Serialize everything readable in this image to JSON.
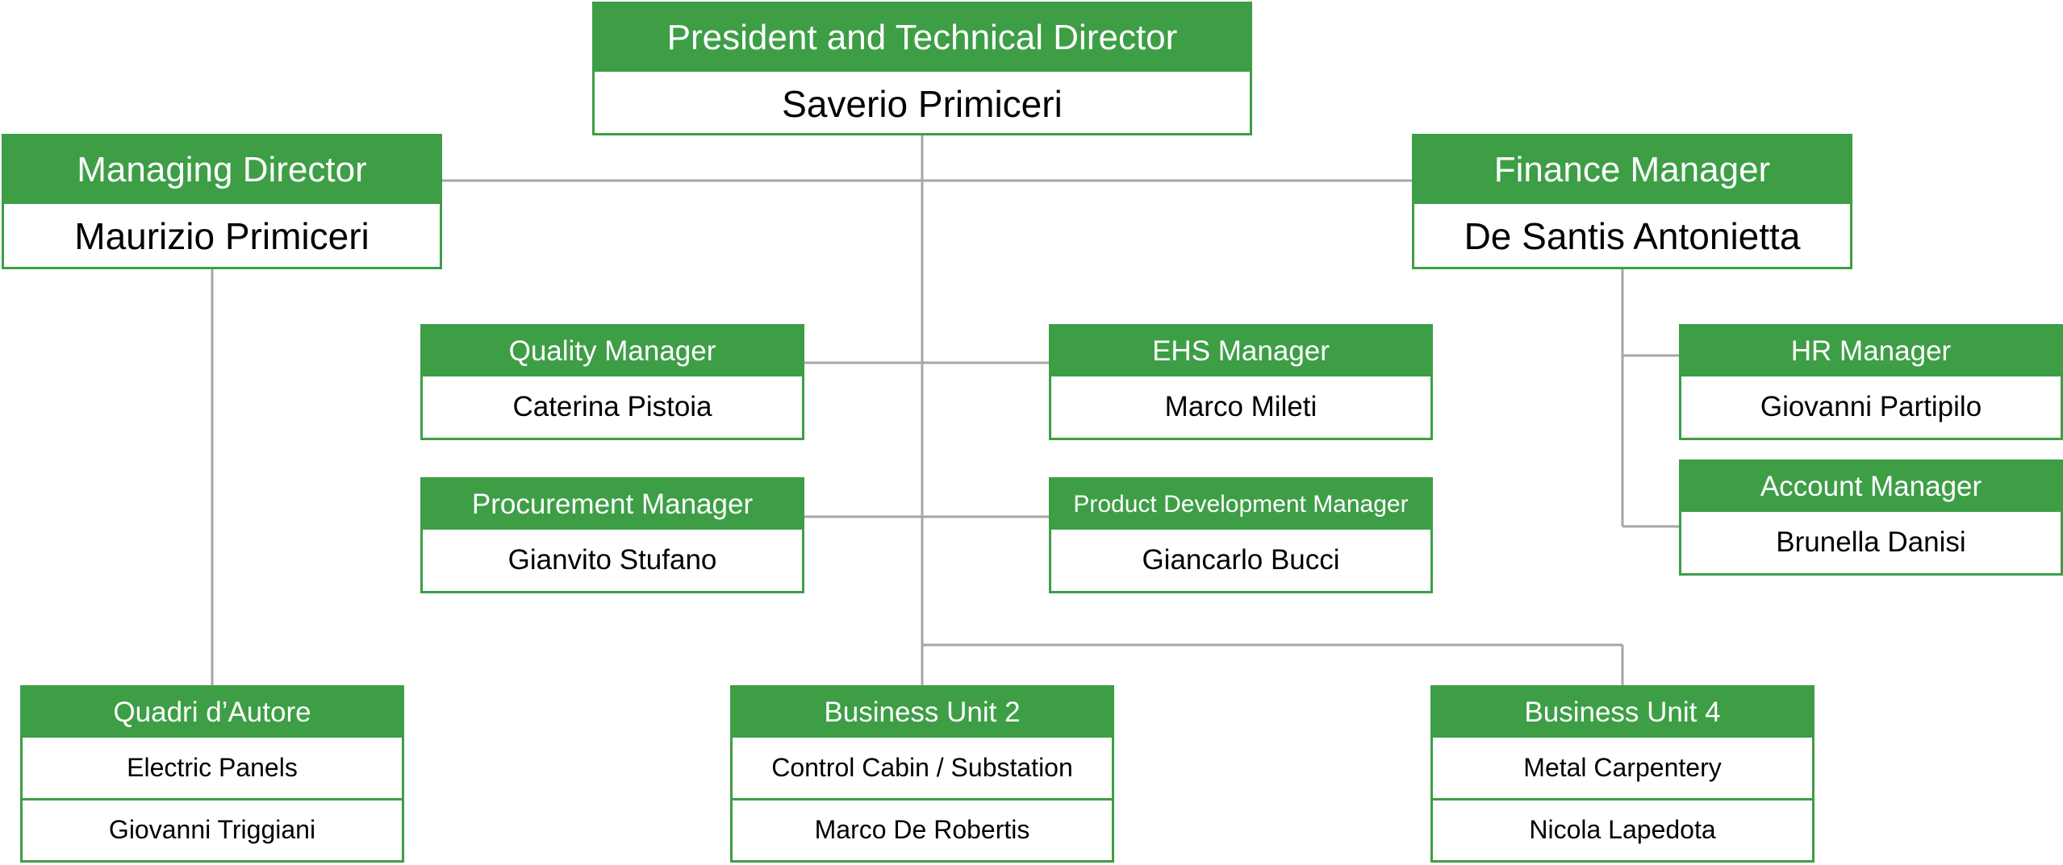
{
  "president": {
    "title": "President and Technical Director",
    "name": "Saverio Primiceri"
  },
  "managing": {
    "title": "Managing Director",
    "name": "Maurizio Primiceri"
  },
  "finance": {
    "title": "Finance Manager",
    "name": "De Santis Antonietta"
  },
  "quality": {
    "title": "Quality Manager",
    "name": "Caterina Pistoia"
  },
  "ehs": {
    "title": "EHS Manager",
    "name": "Marco Mileti"
  },
  "procurement": {
    "title": "Procurement Manager",
    "name": "Gianvito Stufano"
  },
  "product_dev": {
    "title": "Product Development Manager",
    "name": "Giancarlo Bucci"
  },
  "hr": {
    "title": "HR Manager",
    "name": "Giovanni Partipilo"
  },
  "account": {
    "title": "Account Manager",
    "name": "Brunella Danisi"
  },
  "quadri": {
    "title": "Quadri d’Autore",
    "desc": "Electric Panels",
    "name": "Giovanni Triggiani"
  },
  "bu2": {
    "title": "Business Unit 2",
    "desc": "Control Cabin / Substation",
    "name": "Marco De Robertis"
  },
  "bu4": {
    "title": "Business Unit 4",
    "desc": "Metal Carpentery",
    "name": "Nicola Lapedota"
  },
  "colors": {
    "box": "#3d9e46",
    "line": "#a6a6a6"
  }
}
